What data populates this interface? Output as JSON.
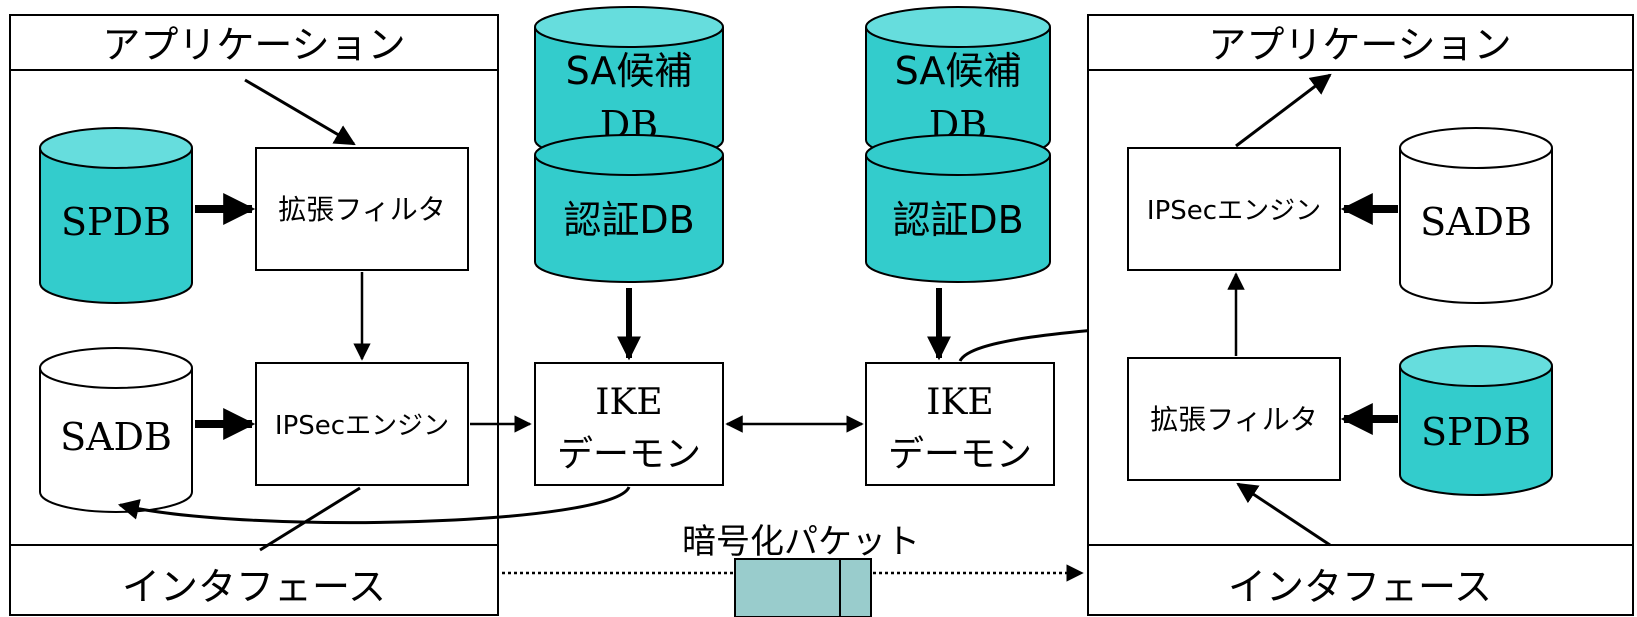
{
  "colors": {
    "teal": "#33cccc",
    "teal_top": "#66dddd",
    "white": "#ffffff",
    "stroke": "#000000",
    "packet": "#99cccc"
  },
  "left_host": {
    "title": "アプリケーション",
    "interface": "インタフェース",
    "spdb": "SPDB",
    "sadb": "SADB",
    "filter": "拡張フィルタ",
    "engine": "IPSecエンジン"
  },
  "right_host": {
    "title": "アプリケーション",
    "interface": "インタフェース",
    "spdb": "SPDB",
    "sadb": "SADB",
    "filter": "拡張フィルタ",
    "engine": "IPSecエンジン"
  },
  "left_ike": {
    "sa_db_line1": "SA候補",
    "sa_db_line2": "DB",
    "auth_db": "認証DB",
    "daemon_line1": "IKE",
    "daemon_line2": "デーモン"
  },
  "right_ike": {
    "sa_db_line1": "SA候補",
    "sa_db_line2": "DB",
    "auth_db": "認証DB",
    "daemon_line1": "IKE",
    "daemon_line2": "デーモン"
  },
  "packet_label": "暗号化パケット"
}
